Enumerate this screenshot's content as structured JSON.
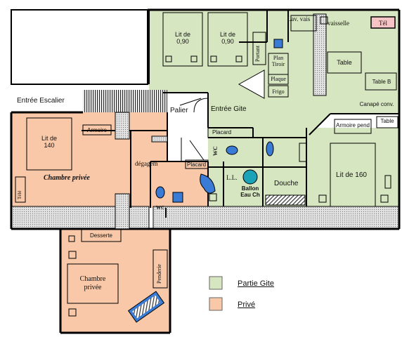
{
  "colors": {
    "gite": "#d6e6c0",
    "prive": "#f8c8a8",
    "wall": "#000000",
    "outer_wall": "#d4d4d4",
    "fixture_blue": "#3a7bd5",
    "ballon": "#1aa2b8",
    "tele_box": "#f6c4c4"
  },
  "labels": {
    "lav_vais": "Lav. vais",
    "vaisselle": "vaisselle",
    "tel": "Tél",
    "lit_090_a": "Lit de 0,90",
    "lit_090_b": "Lit de 0,90",
    "portant": "Portant",
    "plan_tiroir": "Plan Tiroir",
    "plaque": "Plaque",
    "frigo": "Frigo",
    "table": "Table",
    "table_b": "Table B",
    "canape": "Canapé conv.",
    "entree_escalier": "Entrée Escalier",
    "palier": "Palier",
    "entree_gite": "Entrée Gite",
    "placard_1": "Placard",
    "placard_2": "Placard",
    "armoire_pend": "Armoire pend",
    "table_r": "Table",
    "lit_140": "Lit de 140",
    "armoire": "Armoire",
    "chambre_privee_1": "Chambre privée",
    "degagem": "dégagem",
    "wc_1": "WC",
    "wc_2": "WC",
    "ll": "L.L.",
    "ballon": "Ballon Eau Ch",
    "douche": "Douche",
    "lit_160": "Lit de 160",
    "tele": "Télé",
    "desserte": "Desserte",
    "penderie": "Penderie",
    "chambre_privee_2": "Chambre privée"
  },
  "legend": {
    "gite": "Partie Gite",
    "prive": "Privé"
  }
}
